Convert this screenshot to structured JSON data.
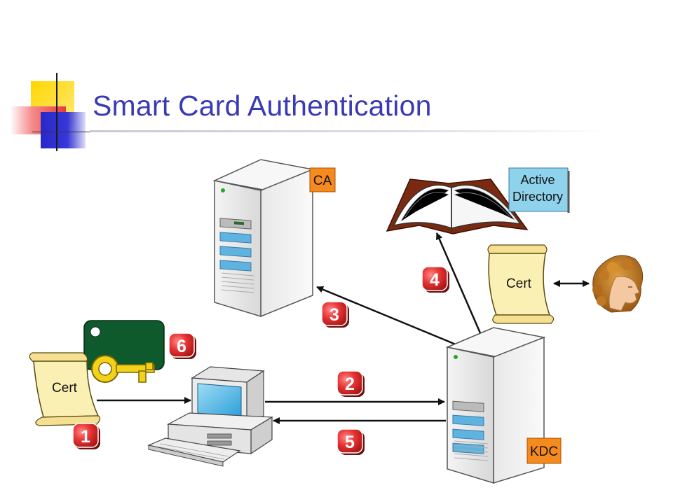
{
  "slide": {
    "title": "Smart Card Authentication"
  },
  "diagram": {
    "nodes": {
      "ca_label": "CA",
      "kdc_label": "KDC",
      "active_directory_line1": "Active",
      "active_directory_line2": "Directory",
      "cert_left_label": "Cert",
      "cert_right_label": "Cert"
    },
    "steps": [
      "1",
      "2",
      "3",
      "4",
      "5",
      "6"
    ]
  },
  "colors": {
    "title": "#3a3ab4",
    "step_badge": "#e03a3a",
    "label_box_orange": "#f58a1f",
    "label_box_blue": "#8fd2ec",
    "cert_scroll": "#fbf0b4",
    "smart_card": "#0f5a2c",
    "key": "#f3d21a"
  }
}
